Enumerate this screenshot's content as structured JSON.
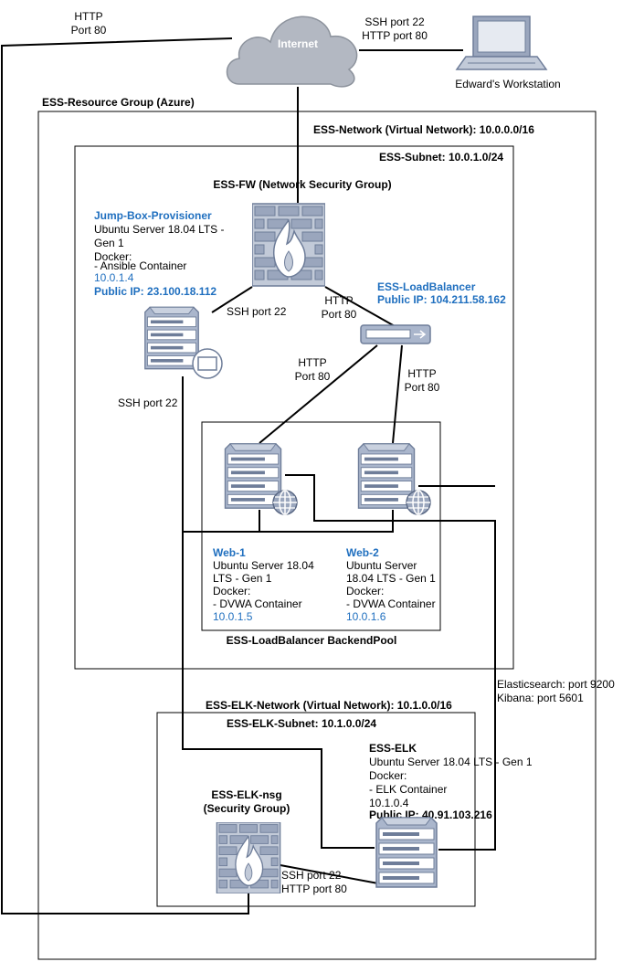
{
  "colors": {
    "line": "#000000",
    "box_border": "#000000",
    "accent_text": "#1f6fbf",
    "icon_fill": "#aab6cc",
    "icon_stroke": "#6e7d99",
    "cloud_fill": "#b3b8c2"
  },
  "internet": {
    "label": "Internet"
  },
  "workstation": {
    "label": "Edward's Workstation"
  },
  "conn_http_left": {
    "line1": "HTTP",
    "line2": "Port 80"
  },
  "conn_workstation": {
    "line1": "SSH port 22",
    "line2": "HTTP port 80"
  },
  "resource_group": {
    "label": "ESS-Resource Group (Azure)"
  },
  "vnet": {
    "label": "ESS-Network (Virtual Network): 10.0.0.0/16"
  },
  "subnet": {
    "label": "ESS-Subnet: 10.0.1.0/24"
  },
  "firewall": {
    "label": "ESS-FW (Network Security Group)"
  },
  "jumpbox": {
    "name": "Jump-Box-Provisioner",
    "os_line1": "Ubuntu Server 18.04 LTS -",
    "os_line2": "Gen 1",
    "docker": "Docker:",
    "container": "- Ansible Container",
    "ip": "10.0.1.4",
    "public_ip": "Public IP: 23.100.18.112"
  },
  "lb": {
    "name": "ESS-LoadBalancer",
    "public_ip": "Public IP: 104.211.58.162"
  },
  "conn_fw_jump": {
    "label": "SSH port 22"
  },
  "conn_fw_lb": {
    "line1": "HTTP",
    "line2": "Port 80"
  },
  "conn_lb_web1": {
    "line1": "HTTP",
    "line2": "Port 80"
  },
  "conn_lb_web2": {
    "line1": "HTTP",
    "line2": "Port 80"
  },
  "conn_jump_left": {
    "label": "SSH port 22"
  },
  "web1": {
    "name": "Web-1",
    "os_line1": "Ubuntu Server 18.04",
    "os_line2": "LTS - Gen 1",
    "docker": "Docker:",
    "container": "- DVWA Container",
    "ip": "10.0.1.5"
  },
  "web2": {
    "name": "Web-2",
    "os_line1": "Ubuntu Server",
    "os_line2": "18.04 LTS - Gen 1",
    "docker": "Docker:",
    "container": "- DVWA Container",
    "ip": "10.0.1.6"
  },
  "backend_pool": {
    "label": "ESS-LoadBalancer BackendPool"
  },
  "conn_elk_ports": {
    "line1": "Elasticsearch: port 9200",
    "line2": "Kibana: port 5601"
  },
  "elk_vnet": {
    "label": "ESS-ELK-Network (Virtual Network): 10.1.0.0/16"
  },
  "elk_subnet": {
    "label": "ESS-ELK-Subnet: 10.1.0.0/24"
  },
  "elk": {
    "name": "ESS-ELK",
    "os": "Ubuntu Server 18.04 LTS - Gen 1",
    "docker": "Docker:",
    "container": "- ELK Container",
    "ip": "10.1.0.4",
    "public_ip": "Public IP: 40.91.103.216"
  },
  "elk_nsg": {
    "line1": "ESS-ELK-nsg",
    "line2": "(Security Group)"
  },
  "conn_nsg_elk": {
    "line1": "SSH port 22",
    "line2": "HTTP port 80"
  }
}
